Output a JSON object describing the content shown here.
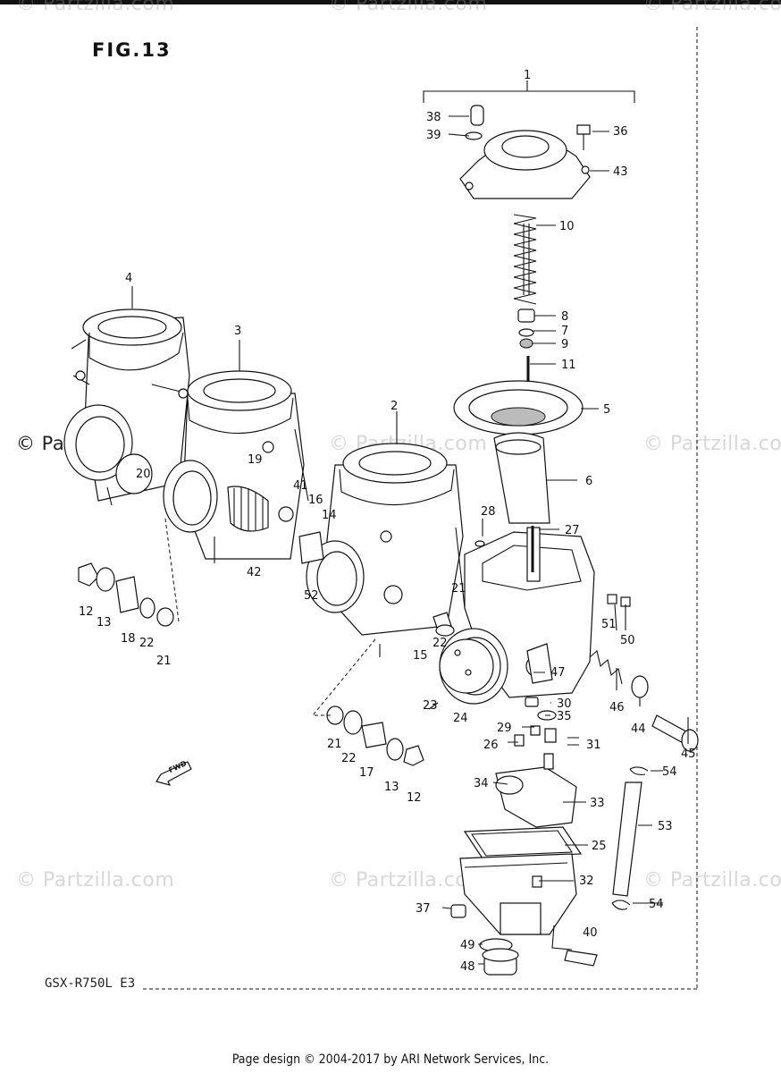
{
  "figure": {
    "title": "FIG.13",
    "model_code": "GSX-R750L  E3"
  },
  "watermark": {
    "text": "© Partzilla.com"
  },
  "footer": {
    "text": "Page design © 2004-2017 by ARI Network Services, Inc."
  },
  "fwd_arrow_label": "FWD",
  "labels": {
    "l1": "1",
    "l2": "2",
    "l3": "3",
    "l4": "4",
    "l5": "5",
    "l6": "6",
    "l7": "7",
    "l8": "8",
    "l9": "9",
    "l10": "10",
    "l11": "11",
    "l12a": "12",
    "l12b": "12",
    "l13a": "13",
    "l13b": "13",
    "l14": "14",
    "l15": "15",
    "l16": "16",
    "l17": "17",
    "l18": "18",
    "l19": "19",
    "l20": "20",
    "l21a": "21",
    "l21b": "21",
    "l21c": "21",
    "l22a": "22",
    "l22b": "22",
    "l22c": "22",
    "l23": "23",
    "l24": "24",
    "l25": "25",
    "l26": "26",
    "l27": "27",
    "l28": "28",
    "l29": "29",
    "l30": "30",
    "l31": "31",
    "l32": "32",
    "l33": "33",
    "l34": "34",
    "l35": "35",
    "l36": "36",
    "l37": "37",
    "l38": "38",
    "l39": "39",
    "l40": "40",
    "l41": "41",
    "l42": "42",
    "l43": "43",
    "l44": "44",
    "l45": "45",
    "l46": "46",
    "l47": "47",
    "l48": "48",
    "l49": "49",
    "l50": "50",
    "l51": "51",
    "l52": "52",
    "l53": "53",
    "l54a": "54",
    "l54b": "54"
  }
}
